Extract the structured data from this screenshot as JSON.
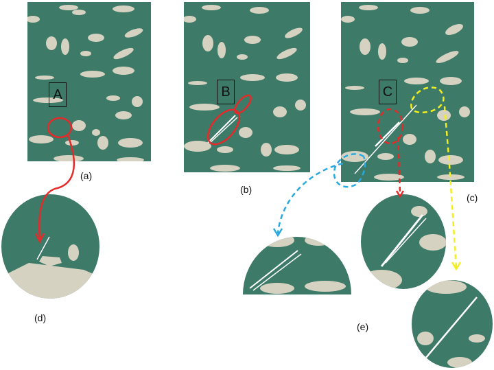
{
  "figure": {
    "panels": [
      {
        "id": "a",
        "caption": "(a)",
        "region_label": "A"
      },
      {
        "id": "b",
        "caption": "(b)",
        "region_label": "B"
      },
      {
        "id": "c",
        "caption": "(c)",
        "region_label": "C"
      },
      {
        "id": "d",
        "caption": "(d)"
      },
      {
        "id": "e",
        "caption": "(e)"
      }
    ],
    "colors": {
      "matrix": "#3d7a67",
      "particles": "#d6d2c2",
      "cracks": "#ffffff",
      "highlight_red": "#e52a2a",
      "highlight_blue": "#29a9e0",
      "highlight_yellow": "#f2ee22",
      "box": "#111111"
    }
  }
}
